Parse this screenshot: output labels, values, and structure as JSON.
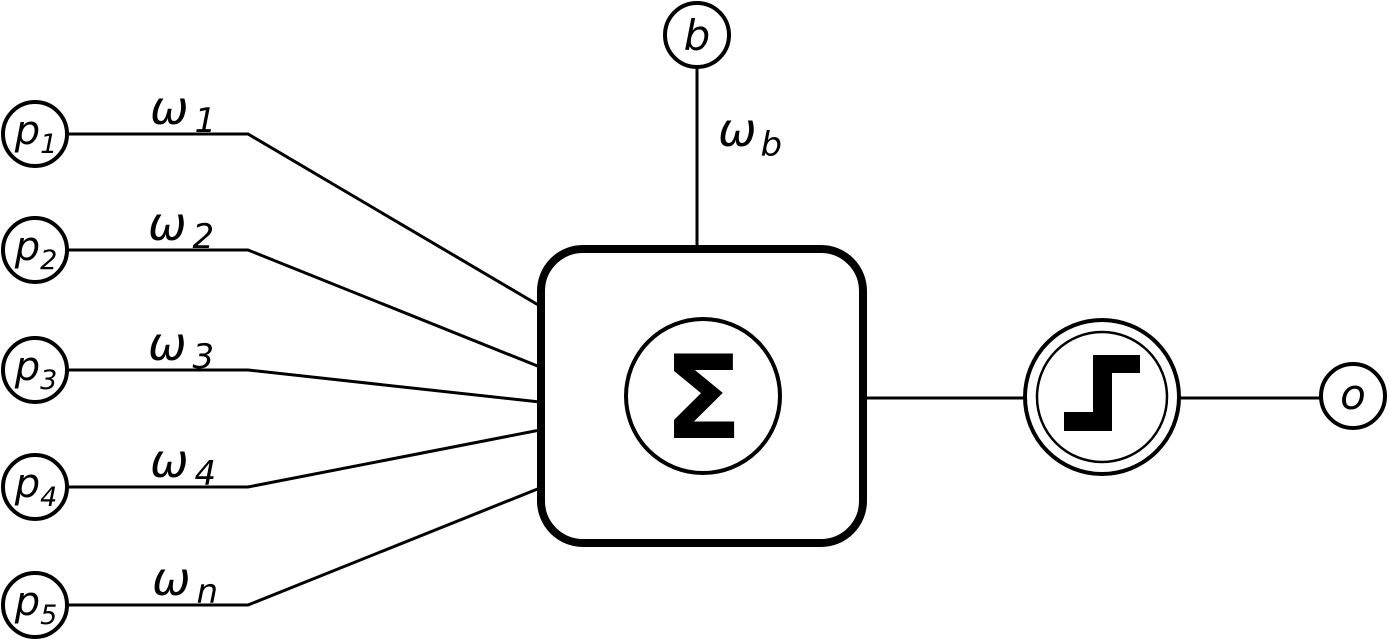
{
  "inputs": [
    {
      "label": "p",
      "sub": "1",
      "weight": "ω",
      "weight_sub": "1"
    },
    {
      "label": "p",
      "sub": "2",
      "weight": "ω",
      "weight_sub": "2"
    },
    {
      "label": "p",
      "sub": "3",
      "weight": "ω",
      "weight_sub": "3"
    },
    {
      "label": "p",
      "sub": "4",
      "weight": "ω",
      "weight_sub": "4"
    },
    {
      "label": "p",
      "sub": "5",
      "weight": "ω",
      "weight_sub": "n"
    }
  ],
  "bias": {
    "label": "b",
    "weight": "ω",
    "weight_sub": "b"
  },
  "summation": {
    "symbol": "Σ",
    "icon": "sigma-icon"
  },
  "activation": {
    "icon": "step-function-icon"
  },
  "output": {
    "label": "o"
  },
  "colors": {
    "stroke": "#000000",
    "background": "#ffffff"
  }
}
